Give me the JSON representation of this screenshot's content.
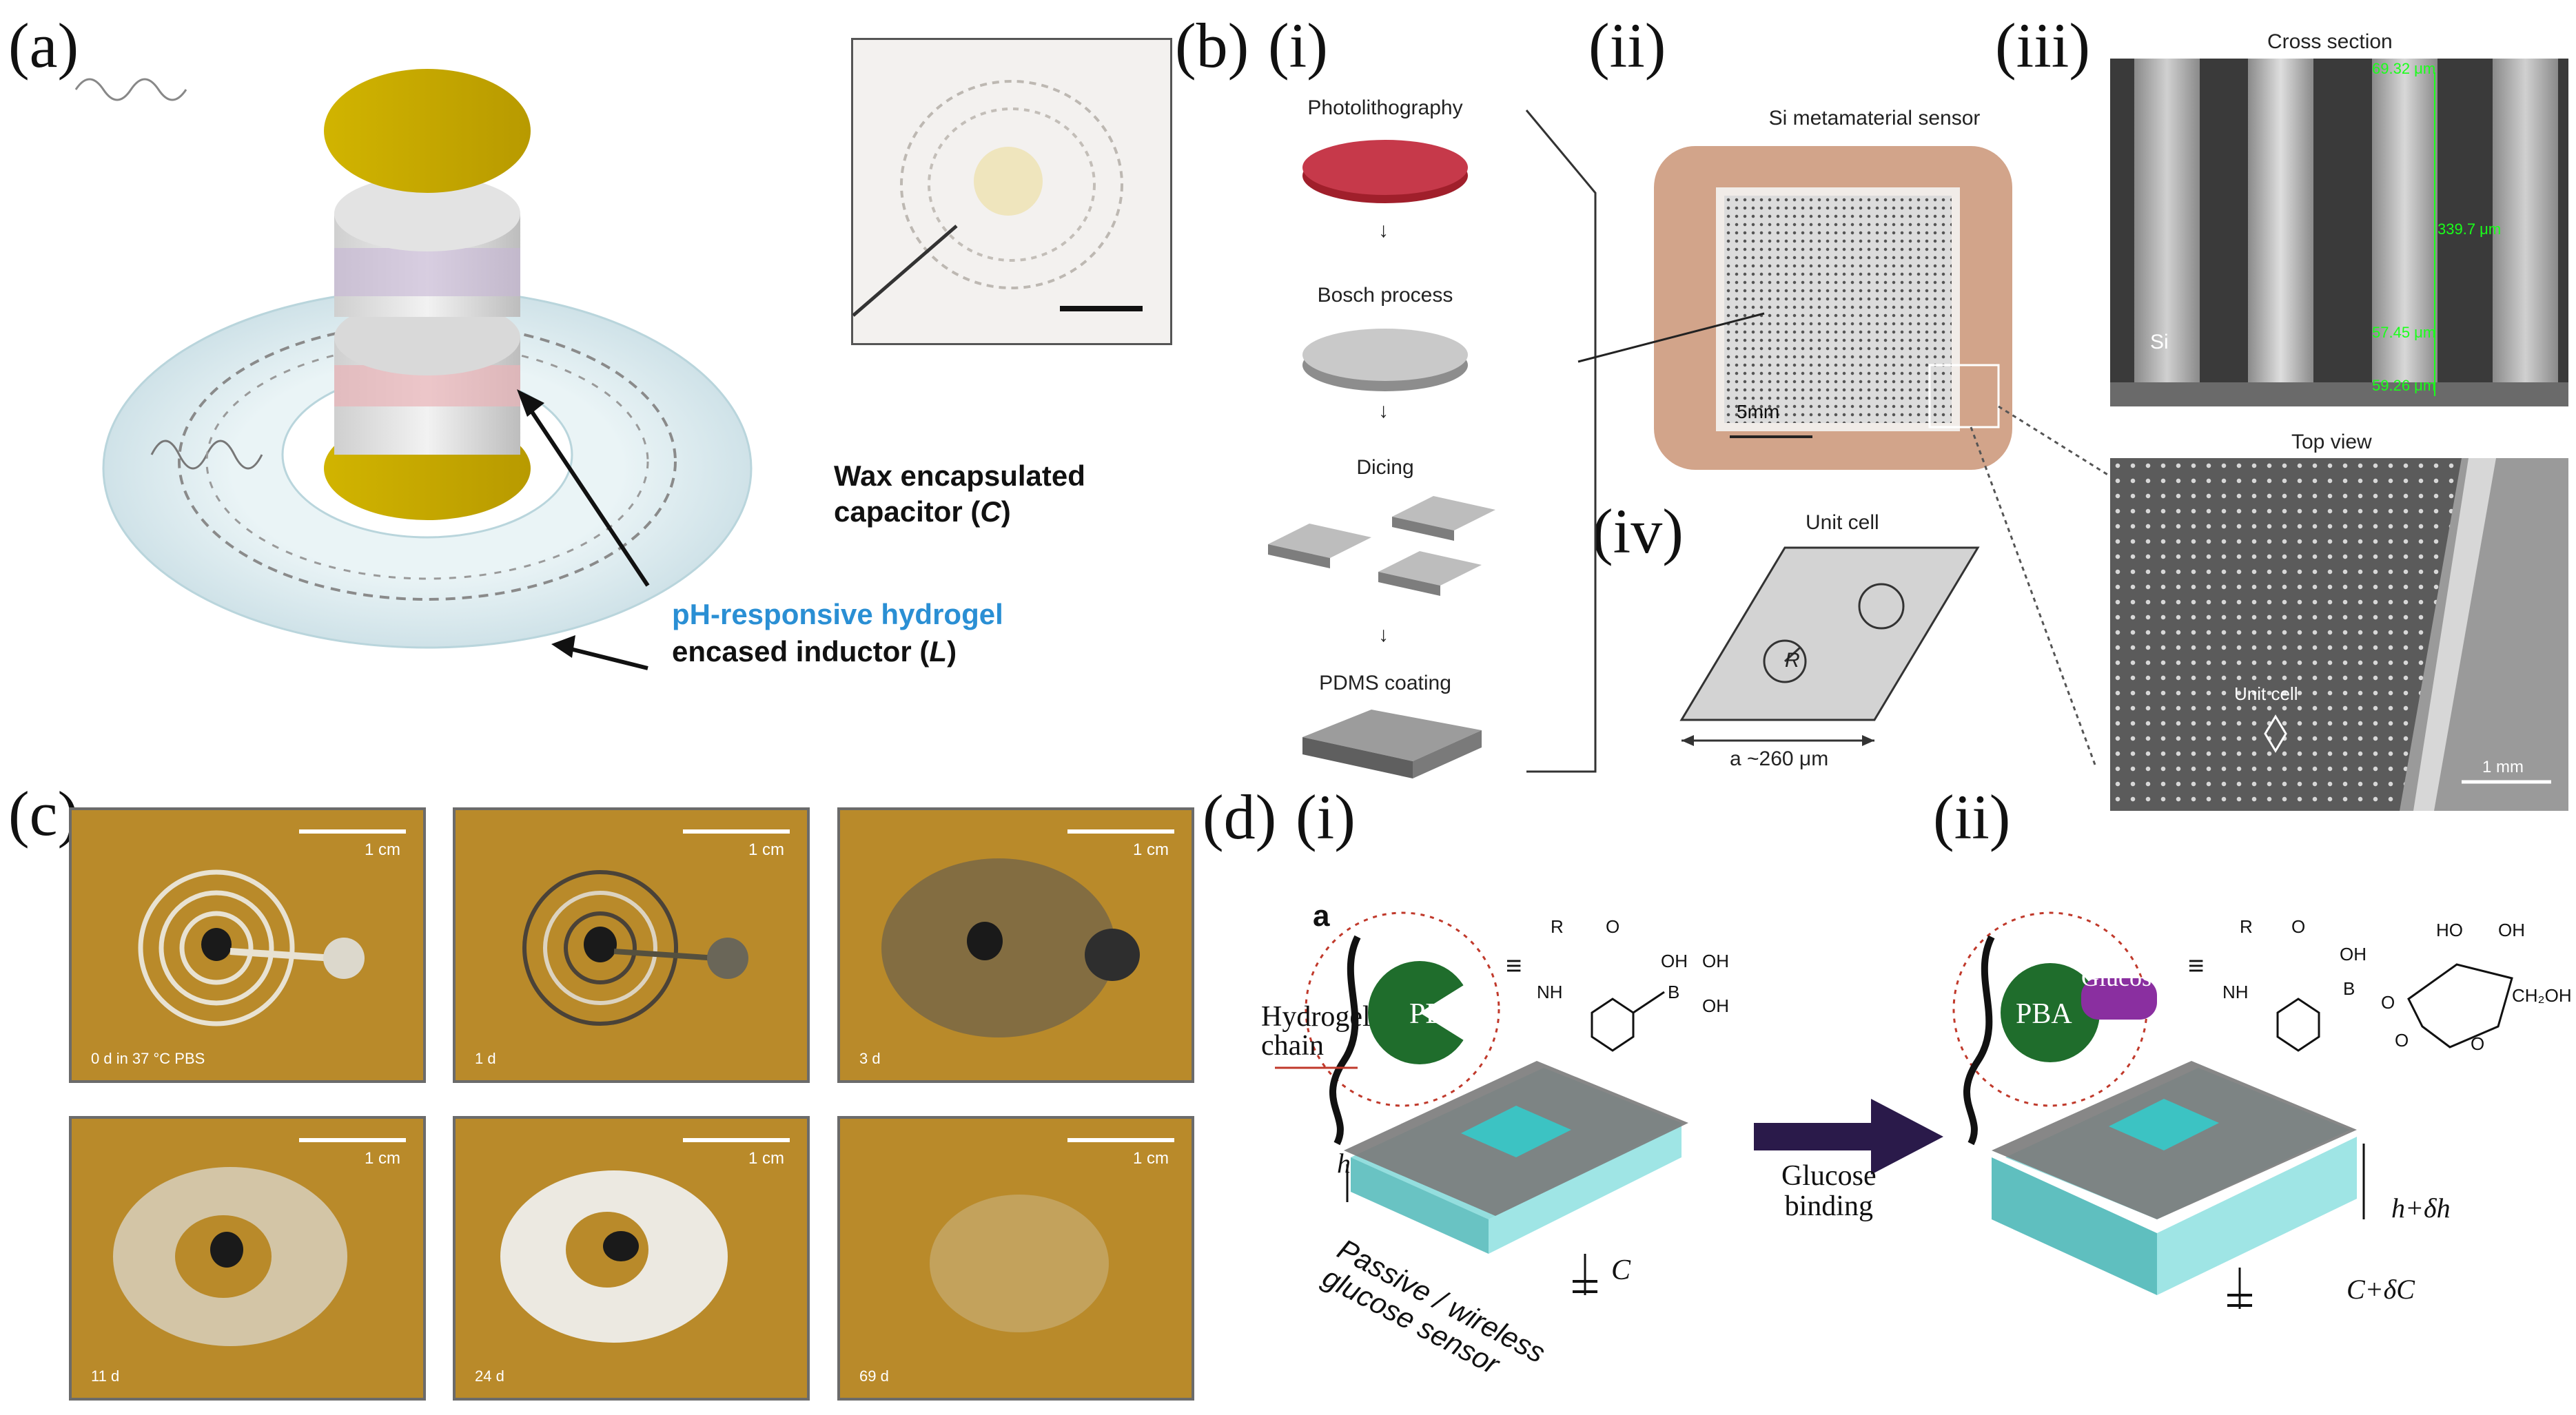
{
  "panel_a": {
    "letter": "(a)",
    "callout_capacitor": "Wax encapsulated capacitor (C)",
    "callout_capacitor_l1": "Wax encapsulated",
    "callout_capacitor_l2": "capacitor (",
    "callout_capacitor_sym": "C",
    "callout_capacitor_end": ")",
    "callout_inductor_l1": "pH-responsive hydrogel",
    "callout_inductor_l2": "encased inductor (",
    "callout_inductor_sym": "L",
    "callout_inductor_end": ")",
    "hydrogel_color": "#2a8fd4"
  },
  "panel_b": {
    "letter": "(b)",
    "i": "(i)",
    "ii": "(ii)",
    "iii": "(iii)",
    "iv": "(iv)",
    "steps": [
      "Photolithography",
      "Bosch process",
      "Dicing",
      "PDMS coating"
    ],
    "sensor_title": "Si metamaterial sensor",
    "sensor_scale": "5mm",
    "unit_cell_title": "Unit cell",
    "unit_cell_R": "R",
    "unit_cell_a": "a ~260 μm",
    "cross_section_title": "Cross section",
    "cs_si": "Si",
    "cs_meas": [
      "69.32 μm",
      "339.7 μm",
      "57.45 μm",
      "59.26 μm"
    ],
    "top_view_title": "Top view",
    "tv_unit": "Unit cell",
    "tv_scale": "1 mm"
  },
  "panel_c": {
    "letter": "(c)",
    "scale": "1 cm",
    "days": [
      "0 d in 37 °C PBS",
      "1 d",
      "3 d",
      "11 d",
      "24 d",
      "69 d"
    ]
  },
  "panel_d": {
    "letter": "(d)",
    "i": "(i)",
    "ii": "(ii)",
    "sub_a": "a",
    "hydrogel_chain": [
      "Hydrogel",
      "chain"
    ],
    "pba": "PBA",
    "glucose": "Glucose",
    "sensor_label": [
      "Passive / wireless",
      "glucose sensor"
    ],
    "h": "h",
    "c": "C",
    "arrow_label": [
      "Glucose",
      "binding"
    ],
    "h_dh": "h+δh",
    "c_dc": "C+δC",
    "chem": {
      "R": "R",
      "O": "O",
      "NH": "NH",
      "OH": "OH",
      "B": "B",
      "HO": "HO",
      "CH2OH": "CH₂OH"
    }
  }
}
